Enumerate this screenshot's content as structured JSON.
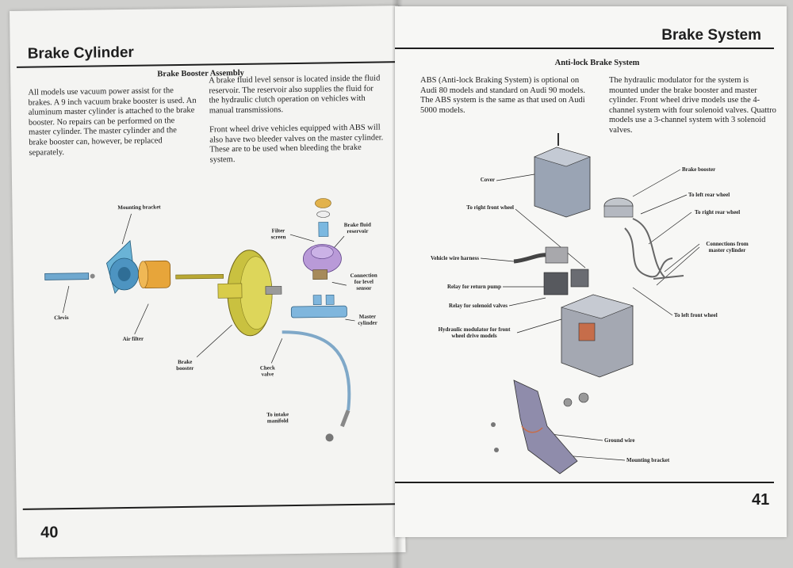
{
  "left_page": {
    "section_title": "Brake Cylinder",
    "subheading": "Brake Booster Assembly",
    "paragraph_1": "All models use vacuum power assist for the brakes. A 9 inch vacuum brake booster is used. An aluminum master cylinder is attached to the brake booster. No repairs can be performed on the master cylinder. The master cylinder and the brake booster can, however, be replaced separately.",
    "paragraph_2": "A brake fluid level sensor is located inside the fluid reservoir. The reservoir also supplies the fluid for the hydraulic clutch operation on vehicles with manual transmissions.",
    "paragraph_3": "Front wheel drive vehicles equipped with ABS will also have two bleeder valves on the master cylinder. These are to be used when bleeding the brake system.",
    "page_number": "40",
    "labels": {
      "mounting_bracket": "Mounting bracket",
      "clevis": "Clevis",
      "air_filter": "Air filter",
      "brake_booster": "Brake booster",
      "filter_screen": "Filter screen",
      "brake_fluid_reservoir": "Brake fluid reservoir",
      "connection_level_sensor": "Connection for level sensor",
      "master_cylinder": "Master cylinder",
      "check_valve": "Check valve",
      "to_intake_manifold": "To intake manifold"
    }
  },
  "right_page": {
    "section_title": "Brake System",
    "subheading": "Anti-lock Brake System",
    "paragraph_1": "ABS (Anti-lock Braking System) is optional on Audi 80 models and standard on Audi 90 models. The ABS system is the same as that used on Audi 5000 models.",
    "paragraph_2": "The hydraulic modulator for the system is mounted under the brake booster and master cylinder. Front wheel drive models use the 4-channel system with four solenoid valves. Quattro models use a 3-channel system with 3 solenoid valves.",
    "page_number": "41",
    "labels": {
      "cover": "Cover",
      "brake_booster": "Brake booster",
      "to_left_rear_wheel": "To left rear wheel",
      "to_right_rear_wheel": "To right rear wheel",
      "to_right_front_wheel": "To right front wheel",
      "vehicle_wire_harness": "Vehicle wire harness",
      "connections_master_cylinder": "Connections from master cylinder",
      "relay_return_pump": "Relay for return pump",
      "relay_solenoid_valves": "Relay for solenoid valves",
      "to_left_front_wheel": "To left front wheel",
      "hydraulic_modulator": "Hydraulic modulator for front wheel drive models",
      "ground_wire": "Ground wire",
      "mounting_bracket": "Mounting bracket"
    }
  }
}
